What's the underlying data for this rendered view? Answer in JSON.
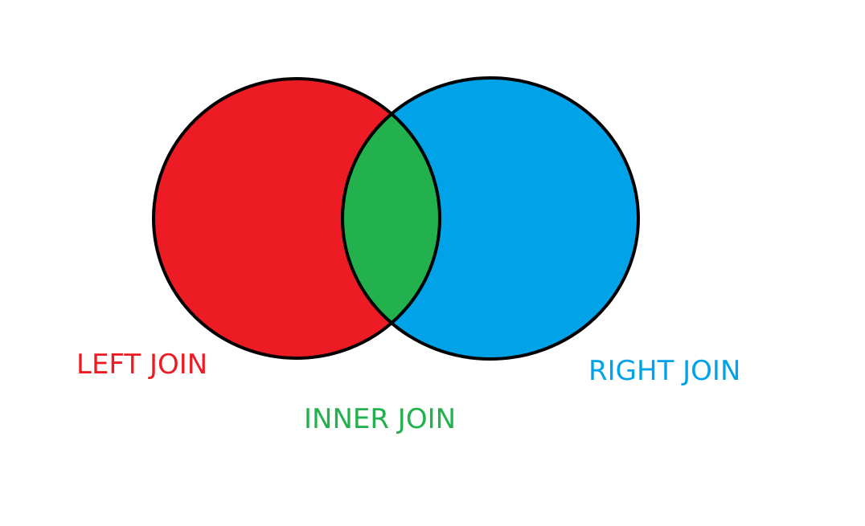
{
  "diagram": {
    "type": "venn",
    "sets": [
      {
        "id": "left",
        "label": "LEFT JOIN",
        "fill": "#ED1C24"
      },
      {
        "id": "right",
        "label": "RIGHT JOIN",
        "fill": "#00A2E8"
      }
    ],
    "intersection": {
      "label": "INNER JOIN",
      "fill": "#22B14C"
    },
    "outline_color": "#000000",
    "background": "#FFFFFF"
  }
}
